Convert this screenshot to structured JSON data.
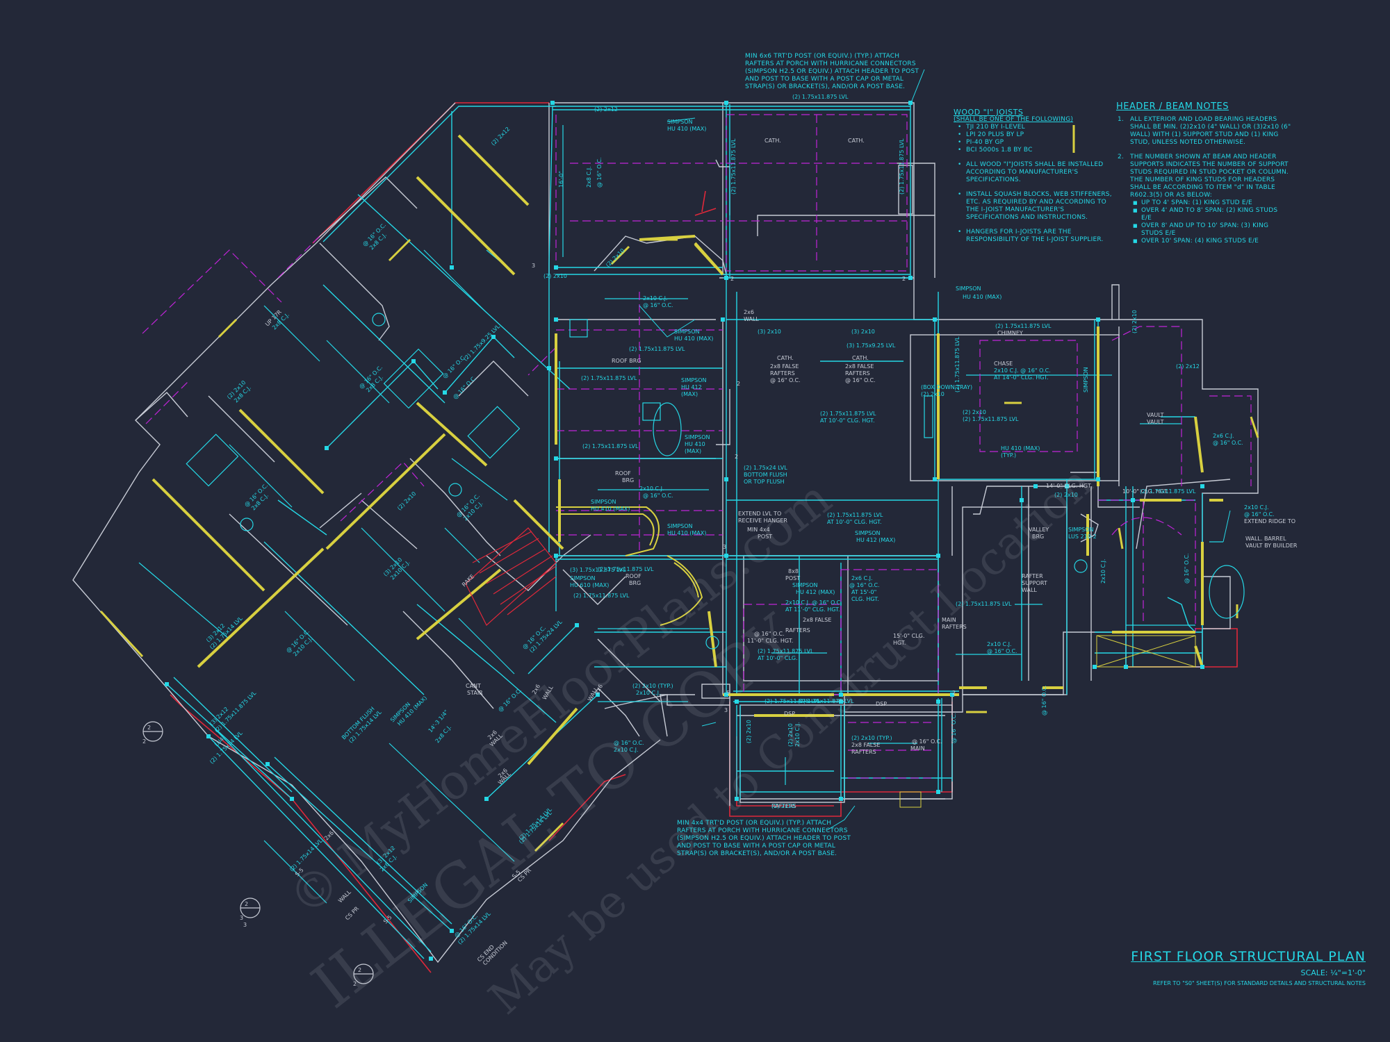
{
  "colors": {
    "background": "#232838",
    "wall": "#c8ccd6",
    "red": "#e0283a",
    "cyan": "#25d8e6",
    "magenta": "#c024d8",
    "yellow": "#d8d040"
  },
  "porch_note_top": [
    "MIN 6x6 TRT'D POST (OR EQUIV.) (TYP.) ATTACH",
    "RAFTERS AT PORCH WITH HURRICANE CONNECTORS",
    "(SIMPSON H2.5 OR EQUIV.) ATTACH HEADER TO POST",
    "AND POST TO BASE WITH A POST CAP OR METAL",
    "STRAP(S) OR BRACKET(S), AND/OR A POST BASE."
  ],
  "porch_note_bottom": [
    "MIN 4x4 TRT'D POST (OR EQUIV.) (TYP.) ATTACH",
    "RAFTERS AT PORCH WITH HURRICANE CONNECTORS",
    "(SIMPSON H2.5 OR EQUIV.) ATTACH HEADER TO POST",
    "AND POST TO BASE WITH A POST CAP OR METAL",
    "STRAP(S) OR BRACKET(S), AND/OR A POST BASE."
  ],
  "wood_joists": {
    "title": "WOOD \"I\" JOISTS",
    "subtitle": "(SHALL BE ONE OF THE FOLLOWING)",
    "options": [
      "TJI 210 BY I-LEVEL",
      "LPI 20 PLUS BY LP",
      "PI-40 BY GP",
      "BCI 5000s 1.8 BY BC"
    ],
    "notes": [
      [
        "ALL WOOD \"I\"JOISTS SHALL BE INSTALLED",
        "ACCORDING TO MANUFACTURER'S",
        "SPECIFICATIONS."
      ],
      [
        "INSTALL SQUASH BLOCKS, WEB STIFFENERS,",
        "ETC. AS REQUIRED BY AND ACCORDING TO",
        "THE I-JOIST MANUFACTURER'S",
        "SPECIFICATIONS AND INSTRUCTIONS."
      ],
      [
        "HANGERS FOR I-JOISTS ARE THE",
        "RESPONSIBILITY OF THE I-JOIST SUPPLIER."
      ]
    ]
  },
  "header_notes": {
    "title": "HEADER / BEAM NOTES",
    "n1": [
      "ALL EXTERIOR AND LOAD BEARING HEADERS",
      "SHALL BE MIN. (2)2x10 (4\" WALL) OR (3)2x10 (6\"",
      "WALL) WITH (1) SUPPORT STUD AND (1) KING",
      "STUD, UNLESS NOTED OTHERWISE."
    ],
    "n2": [
      "THE NUMBER SHOWN AT BEAM AND HEADER",
      "SUPPORTS INDICATES THE NUMBER OF SUPPORT",
      "STUDS REQUIRED IN STUD POCKET OR COLUMN.",
      "THE NUMBER OF KING STUDS FOR HEADERS",
      "SHALL BE ACCORDING TO ITEM \"d\" IN TABLE",
      "R602.3(5) OR AS BELOW:"
    ],
    "spans": [
      [
        "UP TO 4' SPAN: (1) KING STUD E/E"
      ],
      [
        "OVER 4' AND TO 8' SPAN: (2) KING STUDS",
        "E/E"
      ],
      [
        "OVER 8' AND UP TO 10' SPAN: (3) KING",
        "STUDS E/E"
      ],
      [
        "OVER 10' SPAN: (4) KING STUDS E/E"
      ]
    ]
  },
  "title_block": {
    "title": "FIRST FLOOR STRUCTURAL PLAN",
    "scale": "SCALE: ¼\"=1'-0\"",
    "refer": "REFER TO \"S0\" SHEET(S) FOR STANDARD DETAILS AND STRUCTURAL NOTES"
  },
  "watermarks": [
    "© MyHomeFloorPlans.com",
    "ILLEGAL TO COPY",
    "May be used to Construct Location"
  ],
  "labels": [
    {
      "t": "(2) 1.75x11.875 LVL",
      "c": "cyan"
    },
    {
      "t": "(2) 2x12",
      "c": "cyan"
    },
    {
      "t": "SIMPSON",
      "c": "cyan"
    },
    {
      "t": "HU 410 (MAX)",
      "c": "cyan"
    },
    {
      "t": "CATH.",
      "c": "wall"
    },
    {
      "t": "CATH.",
      "c": "wall"
    },
    {
      "t": "(2) 1.75x11.875 LVL",
      "c": "cyan"
    },
    {
      "t": "(2) 1.75x11.875 LVL",
      "c": "cyan"
    },
    {
      "t": "16'-0\"",
      "c": "cyan"
    },
    {
      "t": "2x8 C.J.",
      "c": "cyan"
    },
    {
      "t": "@ 16\" O.C.",
      "c": "cyan"
    },
    {
      "t": "(2) 2x12",
      "c": "cyan"
    },
    {
      "t": "(2) 2x10",
      "c": "cyan"
    },
    {
      "t": "(2) 2x10",
      "c": "cyan"
    },
    {
      "t": "2x10 C.J.",
      "c": "cyan"
    },
    {
      "t": "@ 16\" O.C.",
      "c": "cyan"
    },
    {
      "t": "2x6",
      "c": "wall"
    },
    {
      "t": "WALL",
      "c": "wall"
    },
    {
      "t": "(3) 2x10",
      "c": "cyan"
    },
    {
      "t": "(3) 2x10",
      "c": "cyan"
    },
    {
      "t": "(3) 1.75x9.25 LVL",
      "c": "cyan"
    },
    {
      "t": "SIMPSON",
      "c": "cyan"
    },
    {
      "t": "HU 410 (MAX)",
      "c": "cyan"
    },
    {
      "t": "(2) 1.75x11.875 LVL",
      "c": "cyan"
    },
    {
      "t": "ROOF BRG",
      "c": "wall"
    },
    {
      "t": "(2) 1.75x11.875 LVL",
      "c": "cyan"
    },
    {
      "t": "SIMPSON",
      "c": "cyan"
    },
    {
      "t": "HU 412",
      "c": "cyan"
    },
    {
      "t": "(MAX)",
      "c": "cyan"
    },
    {
      "t": "CATH.",
      "c": "wall"
    },
    {
      "t": "2x8 FALSE",
      "c": "wall"
    },
    {
      "t": "RAFTERS",
      "c": "wall"
    },
    {
      "t": "@ 16\" O.C.",
      "c": "wall"
    },
    {
      "t": "CATH.",
      "c": "wall"
    },
    {
      "t": "2x8 FALSE",
      "c": "wall"
    },
    {
      "t": "RAFTERS",
      "c": "wall"
    },
    {
      "t": "@ 16\" O.C.",
      "c": "wall"
    },
    {
      "t": "(2) 1.75x11.875 LVL",
      "c": "cyan"
    },
    {
      "t": "AT 10'-0\" CLG. HGT.",
      "c": "cyan"
    },
    {
      "t": "SIMPSON",
      "c": "cyan"
    },
    {
      "t": "HU 410",
      "c": "cyan"
    },
    {
      "t": "(MAX)",
      "c": "cyan"
    },
    {
      "t": "(2) 1.75x11.875 LVL",
      "c": "cyan"
    },
    {
      "t": "ROOF",
      "c": "wall"
    },
    {
      "t": "BRG",
      "c": "wall"
    },
    {
      "t": "(2) 1.75x24 LVL",
      "c": "cyan"
    },
    {
      "t": "BOTTOM FLUSH",
      "c": "cyan"
    },
    {
      "t": "OR TOP FLUSH",
      "c": "cyan"
    },
    {
      "t": "2x10 C.J.",
      "c": "cyan"
    },
    {
      "t": "@ 16\" O.C.",
      "c": "cyan"
    },
    {
      "t": "SIMPSON",
      "c": "cyan"
    },
    {
      "t": "HU 410 (MAX)",
      "c": "cyan"
    },
    {
      "t": "EXTEND LVL TO",
      "c": "wall"
    },
    {
      "t": "RECEIVE HANGER",
      "c": "wall"
    },
    {
      "t": "MIN 4x4",
      "c": "wall"
    },
    {
      "t": "POST",
      "c": "wall"
    },
    {
      "t": "(2) 1.75x11.875 LVL",
      "c": "cyan"
    },
    {
      "t": "AT 10'-0\" CLG. HGT.",
      "c": "cyan"
    },
    {
      "t": "SIMPSON",
      "c": "cyan"
    },
    {
      "t": "HU 412 (MAX)",
      "c": "cyan"
    },
    {
      "t": "SIMPSON",
      "c": "cyan"
    },
    {
      "t": "HU 410 (MAX)",
      "c": "cyan"
    },
    {
      "t": "(2) 1.75x11.875 LVL",
      "c": "cyan"
    },
    {
      "t": "(3) 1.75x11.875 LVL",
      "c": "cyan"
    },
    {
      "t": "SIMPSON",
      "c": "cyan"
    },
    {
      "t": "HU 610 (MAX)",
      "c": "cyan"
    },
    {
      "t": "(2) 1.75x11.875 LVL",
      "c": "cyan"
    },
    {
      "t": "ROOF",
      "c": "wall"
    },
    {
      "t": "BRG",
      "c": "wall"
    },
    {
      "t": "8x8",
      "c": "wall"
    },
    {
      "t": "POST",
      "c": "wall"
    },
    {
      "t": "SIMPSON",
      "c": "cyan"
    },
    {
      "t": "HU 412 (MAX)",
      "c": "cyan"
    },
    {
      "t": "2x10 C.J. @ 16\" O.C.",
      "c": "cyan"
    },
    {
      "t": "AT 11'-0\" CLG. HGT.",
      "c": "cyan"
    },
    {
      "t": "2x8 FALSE",
      "c": "wall"
    },
    {
      "t": "RAFTERS",
      "c": "wall"
    },
    {
      "t": "@ 16\" O.C.",
      "c": "wall"
    },
    {
      "t": "11'-0\" CLG. HGT.",
      "c": "wall"
    },
    {
      "t": "(2) 1.75x11.875 LVL",
      "c": "cyan"
    },
    {
      "t": "AT 10'-0\" CLG.",
      "c": "cyan"
    },
    {
      "t": "2x6 C.J.",
      "c": "cyan"
    },
    {
      "t": "@ 16\" O.C.",
      "c": "cyan"
    },
    {
      "t": "AT 15'-0\"",
      "c": "cyan"
    },
    {
      "t": "CLG. HGT.",
      "c": "cyan"
    },
    {
      "t": "15'-0\" CLG.",
      "c": "wall"
    },
    {
      "t": "HGT.",
      "c": "wall"
    },
    {
      "t": "(2) 1.75x11.875 LVL",
      "c": "cyan"
    },
    {
      "t": "MAIN",
      "c": "wall"
    },
    {
      "t": "RAFTERS",
      "c": "wall"
    },
    {
      "t": "2x10 C.J.",
      "c": "cyan"
    },
    {
      "t": "@ 16\" O.C.",
      "c": "cyan"
    },
    {
      "t": "RAFTER",
      "c": "wall"
    },
    {
      "t": "SUPPORT",
      "c": "wall"
    },
    {
      "t": "WALL",
      "c": "wall"
    },
    {
      "t": "VALLEY",
      "c": "wall"
    },
    {
      "t": "BRG",
      "c": "wall"
    },
    {
      "t": "SIMPSON",
      "c": "cyan"
    },
    {
      "t": "LUS 210-2",
      "c": "cyan"
    },
    {
      "t": "(2) 2x10",
      "c": "cyan"
    },
    {
      "t": "SIMPSON",
      "c": "cyan"
    },
    {
      "t": "HU 410 (MAX)",
      "c": "cyan"
    },
    {
      "t": "(2) 1.75x11.875 LVL",
      "c": "cyan"
    },
    {
      "t": "CHIMNEY",
      "c": "wall"
    },
    {
      "t": "CHASE",
      "c": "wall"
    },
    {
      "t": "2x10 C.J. @ 16\" O.C.",
      "c": "cyan"
    },
    {
      "t": "AT 14'-0\" CLG. HGT.",
      "c": "cyan"
    },
    {
      "t": "(BOX DOWN TRAY)",
      "c": "cyan"
    },
    {
      "t": "(2) 2x10",
      "c": "cyan"
    },
    {
      "t": "(2) 2x10",
      "c": "cyan"
    },
    {
      "t": "(2) 1.75x11.875 LVL",
      "c": "cyan"
    },
    {
      "t": "(2) 1.75x11.875 LVL",
      "c": "cyan"
    },
    {
      "t": "SIMPSON",
      "c": "cyan"
    },
    {
      "t": "HU 410 (MAX)",
      "c": "cyan"
    },
    {
      "t": "(TYP.)",
      "c": "cyan"
    },
    {
      "t": "14'-0\" CLG. HGT.",
      "c": "wall"
    },
    {
      "t": "10'-0\" CLG. HGT.",
      "c": "wall"
    },
    {
      "t": "(2) 1.75x11.875 LVL",
      "c": "cyan"
    },
    {
      "t": "(2) 2x10",
      "c": "cyan"
    },
    {
      "t": "(2) 2x12",
      "c": "cyan"
    },
    {
      "t": "VAULT",
      "c": "wall"
    },
    {
      "t": "VAULT",
      "c": "wall"
    },
    {
      "t": "2x6 C.J.",
      "c": "cyan"
    },
    {
      "t": "@ 16\" O.C.",
      "c": "cyan"
    },
    {
      "t": "2x10 C.J.",
      "c": "cyan"
    },
    {
      "t": "@ 16\" O.C.",
      "c": "cyan"
    },
    {
      "t": "EXTEND RIDGE TO",
      "c": "wall"
    },
    {
      "t": "WALL. BARREL",
      "c": "wall"
    },
    {
      "t": "VAULT BY BUILDER",
      "c": "wall"
    },
    {
      "t": "2x10 C.J.",
      "c": "cyan"
    },
    {
      "t": "@ 16\" O.C.",
      "c": "cyan"
    },
    {
      "t": "(2) 1.75x11.875 LVL",
      "c": "cyan"
    },
    {
      "t": "(2) 1.75x11.875 LVL",
      "c": "cyan"
    },
    {
      "t": "DSP",
      "c": "wall"
    },
    {
      "t": "DSP",
      "c": "wall"
    },
    {
      "t": "(2) 2x10",
      "c": "cyan"
    },
    {
      "t": "(2) 2x10",
      "c": "cyan"
    },
    {
      "t": "2x10 C.J.",
      "c": "cyan"
    },
    {
      "t": "@ 16\" O.C.",
      "c": "cyan"
    },
    {
      "t": "(2) 2x10 (TYP.)",
      "c": "cyan"
    },
    {
      "t": "2x8 FALSE",
      "c": "wall"
    },
    {
      "t": "RAFTERS",
      "c": "wall"
    },
    {
      "t": "@ 16\" O.C.",
      "c": "wall"
    },
    {
      "t": "MAIN",
      "c": "wall"
    },
    {
      "t": "RAFTERS",
      "c": "wall"
    },
    {
      "t": "(2) 2x10",
      "c": "cyan"
    },
    {
      "t": "(2) 2x10 (TYP.)",
      "c": "cyan"
    },
    {
      "t": "2x10 C.J.",
      "c": "cyan"
    },
    {
      "t": "@ 16\" O.C.",
      "c": "cyan"
    },
    {
      "t": "2x10 C.J.",
      "c": "cyan"
    },
    {
      "t": "@ 16\" O.C.",
      "c": "cyan"
    },
    {
      "t": "CANT",
      "c": "wall"
    },
    {
      "t": "STAIR",
      "c": "wall"
    },
    {
      "t": "RAKE",
      "c": "wall"
    },
    {
      "t": "UP 17R",
      "c": "wall"
    },
    {
      "t": "2x8 C.J.",
      "c": "cyan"
    },
    {
      "t": "@ 16\" O.C.",
      "c": "cyan"
    },
    {
      "t": "2x8 C.J.",
      "c": "cyan"
    },
    {
      "t": "@ 16\" O.C.",
      "c": "cyan"
    },
    {
      "t": "(2) 1.75x9.25 LVL",
      "c": "cyan"
    },
    {
      "t": "(2) 2x10",
      "c": "cyan"
    },
    {
      "t": "2x8 C.J.",
      "c": "cyan"
    },
    {
      "t": "@ 16\" O.C.",
      "c": "cyan"
    },
    {
      "t": "2x8 C.J.",
      "c": "cyan"
    },
    {
      "t": "@ 16\" O.C.",
      "c": "cyan"
    },
    {
      "t": "(2) 2x10",
      "c": "cyan"
    },
    {
      "t": "(3) 2x10",
      "c": "cyan"
    },
    {
      "t": "2x10 C.J.",
      "c": "cyan"
    },
    {
      "t": "@ 16\" O.C.",
      "c": "cyan"
    },
    {
      "t": "2x8 C.J.",
      "c": "cyan"
    },
    {
      "t": "@ 16\" O.C.",
      "c": "cyan"
    },
    {
      "t": "2x10 C.J.",
      "c": "cyan"
    },
    {
      "t": "@ 16\" O.C.",
      "c": "cyan"
    },
    {
      "t": "2x10 C.J.",
      "c": "cyan"
    },
    {
      "t": "@ 16\" O.C.",
      "c": "cyan"
    },
    {
      "t": "(2) 1.75x24 LVL",
      "c": "cyan"
    },
    {
      "t": "BOTTOM FLUSH",
      "c": "cyan"
    },
    {
      "t": "(2) 1.75x14 LVL",
      "c": "cyan"
    },
    {
      "t": "14'-3 1/4\"",
      "c": "cyan"
    },
    {
      "t": "2x8 C.J.",
      "c": "cyan"
    },
    {
      "t": "@ 16\" O.C.",
      "c": "cyan"
    },
    {
      "t": "(2) 1.75x14 LVL",
      "c": "cyan"
    },
    {
      "t": "(2) 1.75x14 LVL",
      "c": "cyan"
    },
    {
      "t": "SIMPSON",
      "c": "cyan"
    },
    {
      "t": "HU 410 (MAX)",
      "c": "cyan"
    },
    {
      "t": "2x6",
      "c": "wall"
    },
    {
      "t": "WALL",
      "c": "wall"
    },
    {
      "t": "2x6",
      "c": "wall"
    },
    {
      "t": "WALL",
      "c": "wall"
    },
    {
      "t": "2x6",
      "c": "wall"
    },
    {
      "t": "WALL",
      "c": "wall"
    },
    {
      "t": "2x6",
      "c": "wall"
    },
    {
      "t": "WALL",
      "c": "wall"
    },
    {
      "t": "(3) 2x12",
      "c": "cyan"
    },
    {
      "t": "(2) 1.75x14 LVL",
      "c": "cyan"
    },
    {
      "t": "(3) 2x12",
      "c": "cyan"
    },
    {
      "t": "(2) 1.75x11.875 LVL",
      "c": "cyan"
    },
    {
      "t": "(3) 2x12",
      "c": "cyan"
    },
    {
      "t": "2x6 C.J.",
      "c": "cyan"
    },
    {
      "t": "@ 16\" O.C.",
      "c": "cyan"
    },
    {
      "t": "(2) 1.75x14 LVL",
      "c": "cyan"
    },
    {
      "t": "2x6",
      "c": "wall"
    },
    {
      "t": "WALL",
      "c": "wall"
    },
    {
      "t": "SIMPSON",
      "c": "cyan"
    },
    {
      "t": "LU4",
      "c": "cyan"
    },
    {
      "t": "(2) 1.75x14 LVL",
      "c": "cyan"
    },
    {
      "t": "(2) 1.75x14 LVL",
      "c": "cyan"
    },
    {
      "t": "S-5",
      "c": "wall"
    },
    {
      "t": "CS PR",
      "c": "wall"
    },
    {
      "t": "S-5",
      "c": "wall"
    },
    {
      "t": "CS END",
      "c": "wall"
    },
    {
      "t": "CONDITION",
      "c": "wall"
    },
    {
      "t": "S-5",
      "c": "wall"
    },
    {
      "t": "CS PR",
      "c": "wall"
    },
    {
      "t": "2",
      "c": "wall"
    },
    {
      "t": "2",
      "c": "wall"
    },
    {
      "t": "2",
      "c": "wall"
    },
    {
      "t": "3",
      "c": "wall"
    },
    {
      "t": "3",
      "c": "wall"
    },
    {
      "t": "2",
      "c": "wall"
    },
    {
      "t": "2",
      "c": "wall"
    },
    {
      "t": "3",
      "c": "wall"
    },
    {
      "t": "2",
      "c": "wall"
    },
    {
      "t": "2",
      "c": "wall"
    },
    {
      "t": "2",
      "c": "wall"
    },
    {
      "t": "2",
      "c": "wall"
    },
    {
      "t": "3",
      "c": "wall"
    },
    {
      "t": "5",
      "c": "wall"
    },
    {
      "t": "3",
      "c": "wall"
    },
    {
      "t": "2",
      "c": "wall"
    }
  ]
}
